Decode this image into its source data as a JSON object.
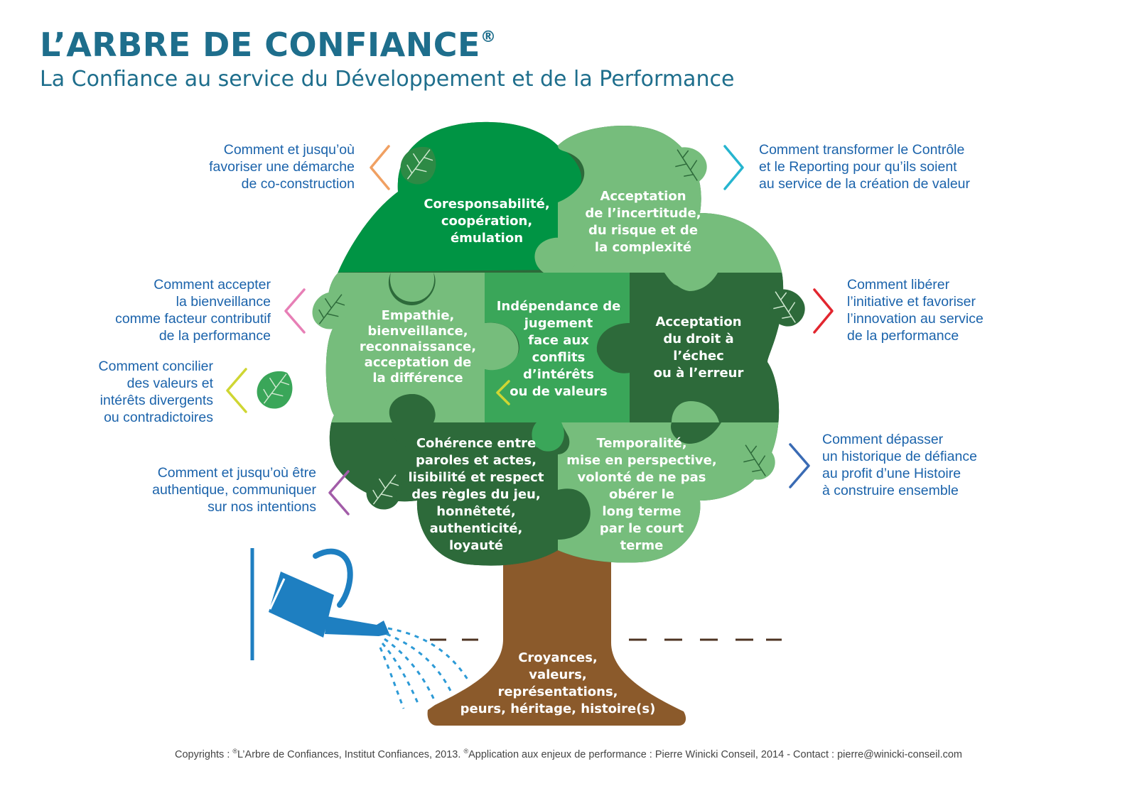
{
  "header": {
    "title": "L’ARBRE DE CONFIANCE",
    "title_mark": "®",
    "subtitle": "La Confiance au service du Développement et de la Performance"
  },
  "colors": {
    "dark_green": "#2d6a3a",
    "medium_green": "#009444",
    "mid_green": "#3aa659",
    "light_green": "#76bd7c",
    "trunk": "#8b5a2b",
    "title_blue": "#1e6e8c",
    "question_blue": "#1b63ab",
    "can_blue": "#1e7fc1"
  },
  "pieces": {
    "top_left": [
      "Coresponsabilité,",
      "coopération,",
      "émulation"
    ],
    "top_right": [
      "Acceptation",
      "de l’incertitude,",
      "du risque et de",
      "la complexité"
    ],
    "mid_left": [
      "Empathie,",
      "bienveillance,",
      "reconnaissance,",
      "acceptation de",
      "la différence"
    ],
    "center": [
      "Indépendance de",
      "jugement",
      "face aux",
      "conflits",
      "d’intérêts",
      "ou de valeurs"
    ],
    "mid_right": [
      "Acceptation",
      "du droit à",
      "l’échec",
      "ou à l’erreur"
    ],
    "bottom_left": [
      "Cohérence entre",
      "paroles et actes,",
      "lisibilité et respect",
      "des règles du jeu,",
      "honnêteté,",
      "authenticité,",
      "loyauté"
    ],
    "bottom_right": [
      "Temporalité,",
      "mise en perspective,",
      "volonté de ne pas",
      "obérer le",
      "long terme",
      "par le court",
      "terme"
    ],
    "roots": [
      "Croyances,",
      "valeurs,",
      "représentations,",
      "peurs, héritage, histoire(s)"
    ]
  },
  "questions": {
    "q1": [
      "Comment et jusqu’où",
      "favoriser une démarche",
      "de co-construction"
    ],
    "q2": [
      "Comment transformer le Contrôle",
      "et le Reporting pour qu’ils soient",
      "au service de la création de valeur"
    ],
    "q3": [
      "Comment accepter",
      "la bienveillance",
      "comme facteur contributif",
      "de la performance"
    ],
    "q4": [
      "Comment libérer",
      "l’initiative et favoriser",
      "l’innovation au service",
      "de la performance"
    ],
    "q5": [
      "Comment concilier",
      "des valeurs et",
      "intérêts divergents",
      "ou contradictoires"
    ],
    "q6": [
      "Comment dépasser",
      "un historique de défiance",
      "au profit d’une Histoire",
      "à construire ensemble"
    ],
    "q7": [
      "Comment et jusqu’où être",
      "authentique, communiquer",
      "sur nos intentions"
    ]
  },
  "icons": [
    "leaf-icon",
    "chevron-icon",
    "watering-can-icon"
  ],
  "footer": {
    "part1": "Copyrights : ",
    "mark1": "®",
    "part2": "L’Arbre de Confiances, Institut Confiances, 2013.  ",
    "mark2": "®",
    "part3": "Application aux enjeux de performance : Pierre Winicki Conseil, 2014 -  Contact : pierre@winicki-conseil.com"
  }
}
